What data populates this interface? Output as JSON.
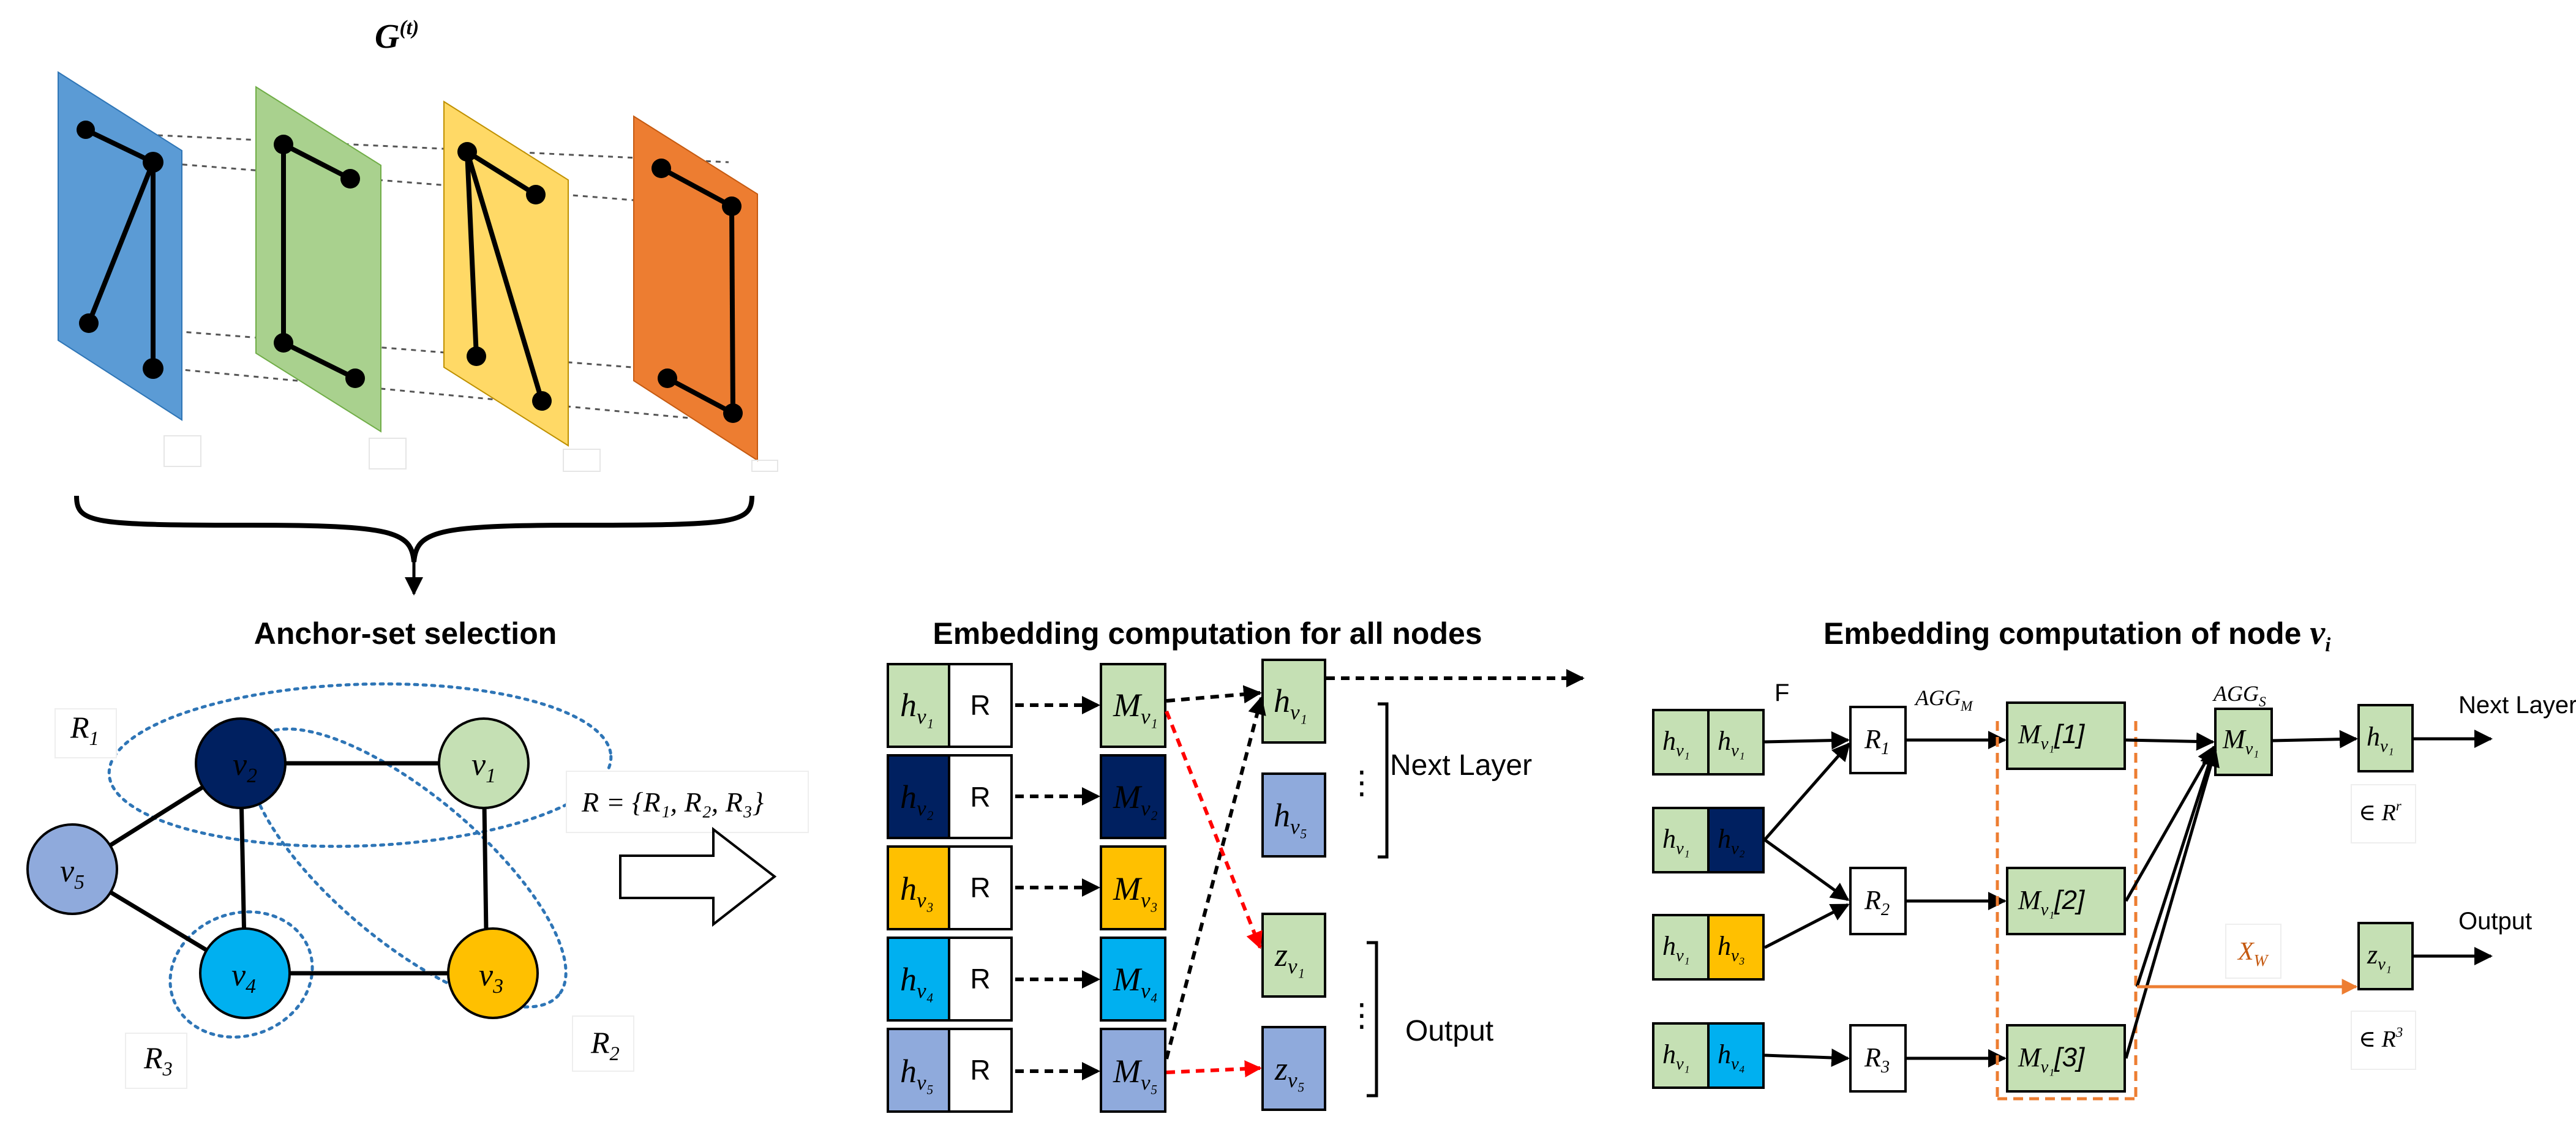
{
  "colors": {
    "blue_plane": "#5b9bd5",
    "green_plane": "#a9d18e",
    "yellow_plane": "#ffd966",
    "orange_plane": "#ed7d31",
    "box_green": "#c5e0b4",
    "box_navy": "#002060",
    "box_gold": "#ffc000",
    "box_cyan": "#00b0f0",
    "box_periwinkle": "#8faadc",
    "node_light_green": "#c5e0b4",
    "red_arrow": "#ff0000",
    "orange_arrow": "#ed7d31",
    "dotted_ellipse": "#2e75b6"
  },
  "top": {
    "title_base": "G",
    "title_sup": "(t)"
  },
  "anchor": {
    "heading": "Anchor-set selection",
    "nodes": {
      "v1": {
        "base": "v",
        "sub": "1"
      },
      "v2": {
        "base": "v",
        "sub": "2"
      },
      "v3": {
        "base": "v",
        "sub": "3"
      },
      "v4": {
        "base": "v",
        "sub": "4"
      },
      "v5": {
        "base": "v",
        "sub": "5"
      }
    },
    "sets": {
      "r1": {
        "base": "R",
        "sub": "1"
      },
      "r2": {
        "base": "R",
        "sub": "2"
      },
      "r3": {
        "base": "R",
        "sub": "3"
      }
    },
    "formula": "R = {R₁, R₂, R₃}"
  },
  "all_nodes": {
    "heading": "Embedding computation for all nodes",
    "r_label": "R",
    "h_rows": [
      {
        "base": "h",
        "sub": "v₁"
      },
      {
        "base": "h",
        "sub": "v₂"
      },
      {
        "base": "h",
        "sub": "v₃"
      },
      {
        "base": "h",
        "sub": "v₄"
      },
      {
        "base": "h",
        "sub": "v₅"
      }
    ],
    "m_rows": [
      {
        "base": "M",
        "sub": "v₁"
      },
      {
        "base": "M",
        "sub": "v₂"
      },
      {
        "base": "M",
        "sub": "v₃"
      },
      {
        "base": "M",
        "sub": "v₄"
      },
      {
        "base": "M",
        "sub": "v₅"
      }
    ],
    "out_h1": {
      "base": "h",
      "sub": "v₁"
    },
    "out_h5": {
      "base": "h",
      "sub": "v₅"
    },
    "out_z1": {
      "base": "z",
      "sub": "v₁"
    },
    "out_z5": {
      "base": "z",
      "sub": "v₅"
    },
    "dots": "⋮",
    "next_layer": "Next Layer",
    "output": "Output"
  },
  "node_vi": {
    "heading_text": "Embedding computation of node ",
    "heading_var": {
      "base": "v",
      "sub": "i"
    },
    "f_label": "F",
    "pair_left": {
      "base": "h",
      "sub": "v₁"
    },
    "pair_right": [
      {
        "base": "h",
        "sub": "v₁"
      },
      {
        "base": "h",
        "sub": "v₂"
      },
      {
        "base": "h",
        "sub": "v₃"
      },
      {
        "base": "h",
        "sub": "v₄"
      }
    ],
    "r_nodes": [
      {
        "base": "R",
        "sub": "1"
      },
      {
        "base": "R",
        "sub": "2"
      },
      {
        "base": "R",
        "sub": "3"
      }
    ],
    "agg_m": {
      "base": "AGG",
      "sub": "M"
    },
    "agg_s": {
      "base": "AGG",
      "sub": "S"
    },
    "m_index": [
      {
        "base": "M",
        "sub": "v₁",
        "idx": "[1]"
      },
      {
        "base": "M",
        "sub": "v₁",
        "idx": "[2]"
      },
      {
        "base": "M",
        "sub": "v₁",
        "idx": "[3]"
      }
    ],
    "m_final": {
      "base": "M",
      "sub": "v₁"
    },
    "h_out": {
      "base": "h",
      "sub": "v₁"
    },
    "z_out": {
      "base": "z",
      "sub": "v₁"
    },
    "next_layer": "Next Layer",
    "output": "Output",
    "xw": {
      "base": "X",
      "sub": "W"
    },
    "in_rr": {
      "base": "∈ R",
      "sup": "r"
    },
    "in_r3": {
      "base": "∈ R",
      "sup": "3"
    }
  }
}
